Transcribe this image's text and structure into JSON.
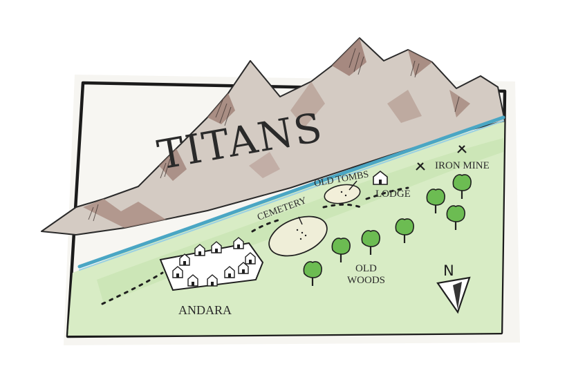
{
  "map": {
    "title": "TITANS",
    "labels": {
      "andara": "ANDARA",
      "cemetery": "CEMETERY",
      "old_tombs": "OLD TOMBS",
      "lodge": "LODGE",
      "iron_mine": "IRON MINE",
      "old_woods_line1": "OLD",
      "old_woods_line2": "WOODS"
    },
    "compass": {
      "north_label": "N"
    },
    "icons": {
      "mine": "crossed-pickaxes-icon",
      "lodge": "house-icon",
      "tree": "tree-icon",
      "building": "house-icon"
    },
    "colors": {
      "mountain_rock": "#cdc2ba",
      "mountain_shadow": "#a07f76",
      "grass": "#d8ecc5",
      "tree_green": "#6cbc52",
      "river": "#4aa6c4",
      "ink": "#1f1f1f",
      "paper": "#f6f5f1"
    }
  }
}
